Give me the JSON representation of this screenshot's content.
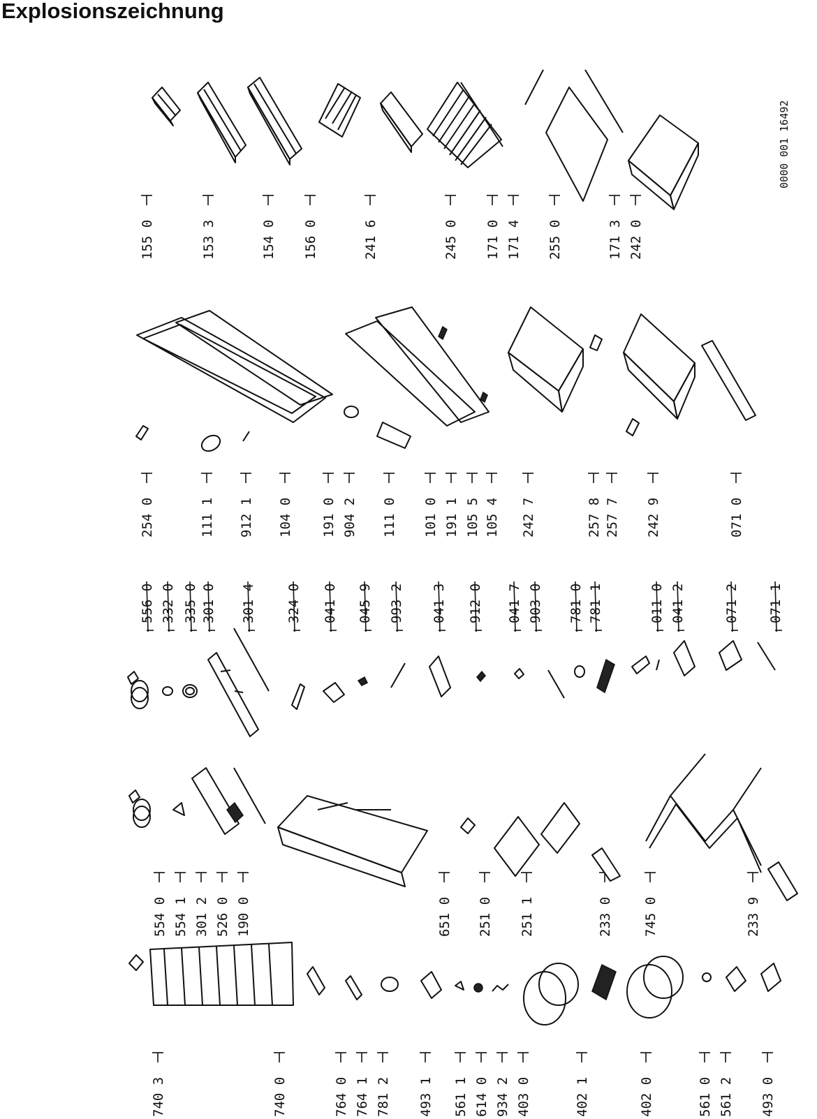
{
  "title": "Explosionszeichnung",
  "drawing_code": "0000 001 16492",
  "columns": [
    {
      "id": "col1",
      "labels": [
        "155 0",
        "153 3",
        "154 0",
        "156 0",
        "241 6",
        "245 0",
        "171 0",
        "171 4",
        "255 0",
        "171 3",
        "242 0"
      ]
    },
    {
      "id": "col2",
      "labels": [
        "254 0",
        "111 1",
        "912 1",
        "104 0",
        "191 0",
        "904 2",
        "111 0",
        "101 0",
        "191 1",
        "105 5",
        "105 4",
        "242 7",
        "257 8",
        "257 7",
        "242 9",
        "071 0"
      ]
    },
    {
      "id": "col3",
      "labels": [
        "556 0",
        "332 0",
        "335 0",
        "301 0",
        "301 4",
        "324 0",
        "041 0",
        "045 9",
        "993 2",
        "041 3",
        "912 0",
        "041 7",
        "903 0",
        "781 0",
        "781 1",
        "011 0",
        "041 2",
        "071 2",
        "071 1"
      ]
    },
    {
      "id": "col4",
      "labels": [
        "554 0",
        "554 1",
        "301 2",
        "526 0",
        "190 0",
        "651 0",
        "251 0",
        "251 1",
        "233 0",
        "745 0",
        "233 9"
      ]
    },
    {
      "id": "col5",
      "labels": [
        "740 3",
        "740 0",
        "764 0",
        "764 1",
        "781 2",
        "493 1",
        "561 1",
        "614 0",
        "934 2",
        "403 0",
        "402 1",
        "402 0",
        "561 0",
        "561 2",
        "493 0"
      ]
    }
  ]
}
